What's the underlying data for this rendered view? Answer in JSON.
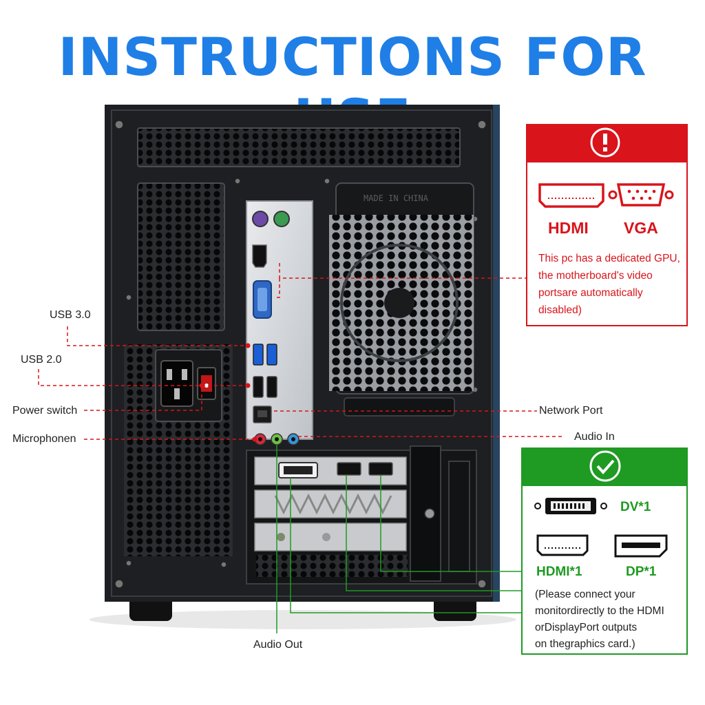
{
  "title": "INSTRUCTIONS FOR USE",
  "case_emboss": "MADE IN CHINA",
  "labels": {
    "usb3": "USB 3.0",
    "usb2": "USB 2.0",
    "power_switch": "Power switch",
    "microphone": "Microphonen",
    "network_port": "Network Port",
    "audio_in": "Audio In",
    "audio_out": "Audio Out"
  },
  "warning_panel": {
    "color": "#d9141b",
    "header_icon": "exclamation-icon",
    "port_1": "HDMI",
    "port_2": "VGA",
    "note_lines": [
      "This pc has a dedicated GPU,",
      "the motherboard's video",
      "portsare automatically",
      "disabled)"
    ]
  },
  "ok_panel": {
    "color": "#1f9a23",
    "header_icon": "checkmark-icon",
    "port_1": "DV*1",
    "port_2": "HDMI*1",
    "port_3": "DP*1",
    "note_lines": [
      "(Please connect your",
      "monitordirectly to the HDMI",
      "orDisplayPort outputs",
      "on thegraphics card.)"
    ]
  },
  "colors": {
    "title": "#1f7fe6",
    "warning": "#d9141b",
    "ok": "#1f9a23",
    "case": "#1d1f22"
  }
}
